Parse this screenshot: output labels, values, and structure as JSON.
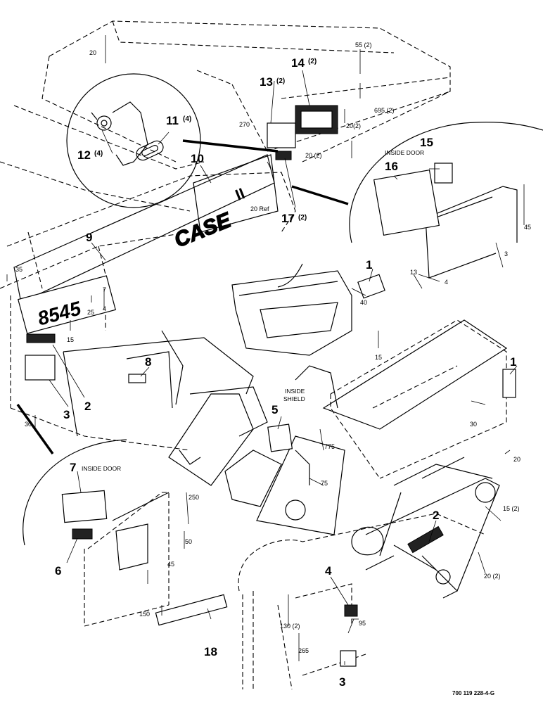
{
  "callouts": [
    {
      "num": "1",
      "qty": ""
    },
    {
      "num": "1",
      "qty": ""
    },
    {
      "num": "2",
      "qty": ""
    },
    {
      "num": "2",
      "qty": ""
    },
    {
      "num": "3",
      "qty": ""
    },
    {
      "num": "3",
      "qty": ""
    },
    {
      "num": "4",
      "qty": ""
    },
    {
      "num": "5",
      "qty": ""
    },
    {
      "num": "6",
      "qty": ""
    },
    {
      "num": "7",
      "qty": ""
    },
    {
      "num": "8",
      "qty": ""
    },
    {
      "num": "9",
      "qty": ""
    },
    {
      "num": "10",
      "qty": ""
    },
    {
      "num": "11",
      "qty": "(4)"
    },
    {
      "num": "12",
      "qty": "(4)"
    },
    {
      "num": "13",
      "qty": "(2)"
    },
    {
      "num": "14",
      "qty": "(2)"
    },
    {
      "num": "15",
      "qty": ""
    },
    {
      "num": "16",
      "qty": ""
    },
    {
      "num": "17",
      "qty": "(2)"
    },
    {
      "num": "18",
      "qty": ""
    }
  ],
  "dimensions": [
    "20",
    "55 (2)",
    "695 (2)",
    "20(2)",
    "270",
    "20 (2)",
    "20 Ref",
    "45",
    "3",
    "13",
    "4",
    "35",
    "7",
    "25",
    "4",
    "15",
    "40",
    "15",
    "30",
    "30",
    "20",
    "775",
    "75",
    "250",
    "50",
    "45",
    "150",
    "15 (2)",
    "20 (2)",
    "130 (2)",
    "95",
    "265"
  ],
  "notes": {
    "inside_door_top": "INSIDE DOOR",
    "inside_door_left": "INSIDE DOOR",
    "inside_shield_1": "INSIDE",
    "inside_shield_2": "SHIELD"
  },
  "decal_text": {
    "model": "8545",
    "brand": "CASE",
    "brand_suffix": "II"
  },
  "drawing_number": "700 119 228-4-G"
}
